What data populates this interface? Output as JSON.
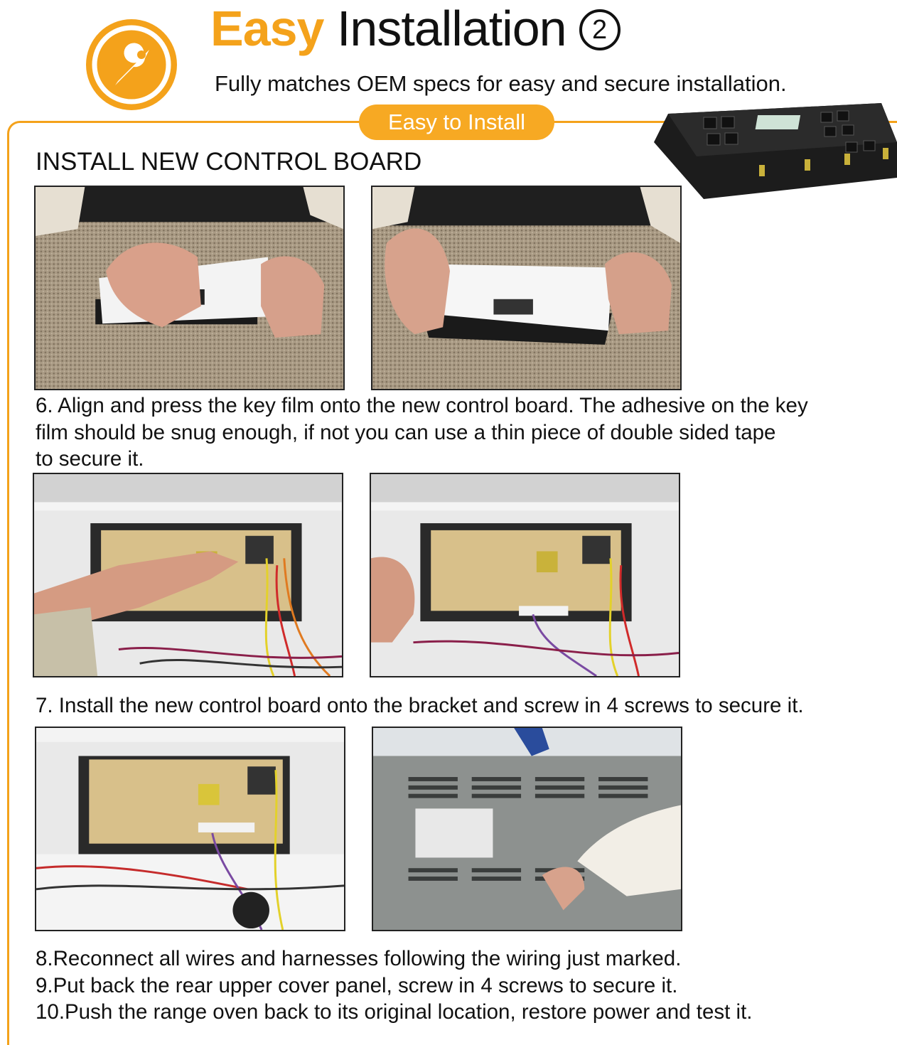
{
  "header": {
    "title_accent": "Easy",
    "title_rest": "Installation",
    "title_number": "2",
    "subtitle": "Fully matches OEM specs for easy and secure installation.",
    "badge": "Easy to Install"
  },
  "section": {
    "heading": "INSTALL NEW CONTROL BOARD"
  },
  "steps": {
    "step6_lines": [
      "6. Align and press the key film onto the new control board. The adhesive on the key",
      "film should be snug enough, if not you can use a thin piece of double sided tape",
      "to secure it."
    ],
    "step7": "7. Install the new control board onto the bracket and screw in 4 screws to secure it.",
    "step8": "8.Reconnect all wires and harnesses following the wiring just marked.",
    "step9": "9.Put back the rear upper cover panel, screw in 4 screws to secure it.",
    "step10": "10.Push the range oven back to its original location, restore power and test it."
  },
  "colors": {
    "accent": "#f4a21b",
    "badge": "#f7a923"
  },
  "icons": {
    "logo": "wrench-icon"
  }
}
